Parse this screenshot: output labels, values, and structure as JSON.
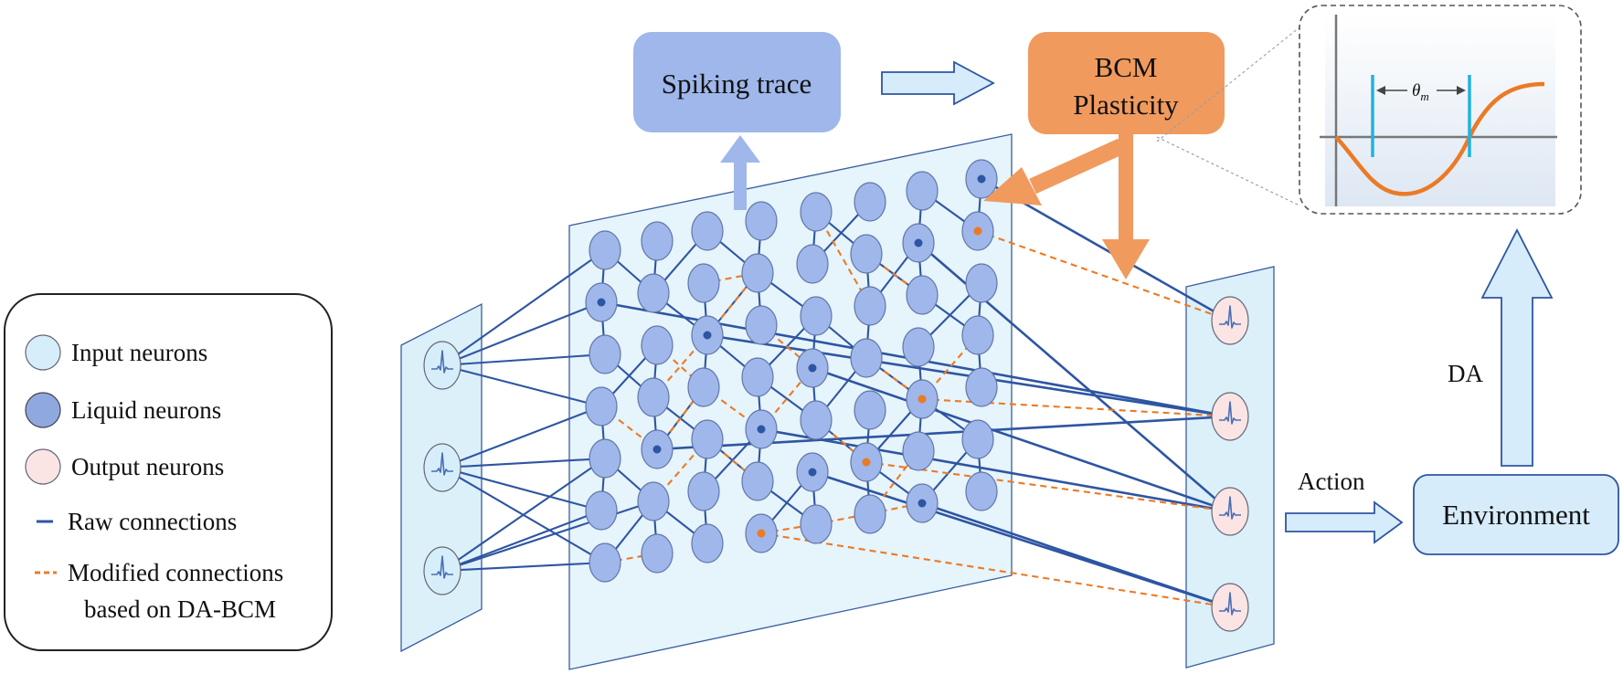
{
  "legend": {
    "input": "Input neurons",
    "liquid": "Liquid neurons",
    "output": "Output neurons",
    "raw": "Raw connections",
    "modified_1": "Modified connections",
    "modified_2": "based on DA-BCM"
  },
  "boxes": {
    "spiking": "Spiking trace",
    "bcm_1": "BCM",
    "bcm_2": "Plasticity",
    "environment": "Environment"
  },
  "labels": {
    "action": "Action",
    "da": "DA",
    "theta_symbol": "θ",
    "theta_sub": "m"
  },
  "colors": {
    "input_fill": "#d6eef9",
    "liquid_fill": "#9fb7ea",
    "output_fill": "#fbe4e4",
    "raw_line": "#2e55a2",
    "modified_line": "#ec7a24",
    "spiking_box": "#9fb7ea",
    "bcm_box": "#f09a5e",
    "env_box": "#d6ecfa",
    "arrow_fill": "#d6ecfa",
    "curve": "#ec7a24",
    "threshold": "#1fb3e0"
  }
}
